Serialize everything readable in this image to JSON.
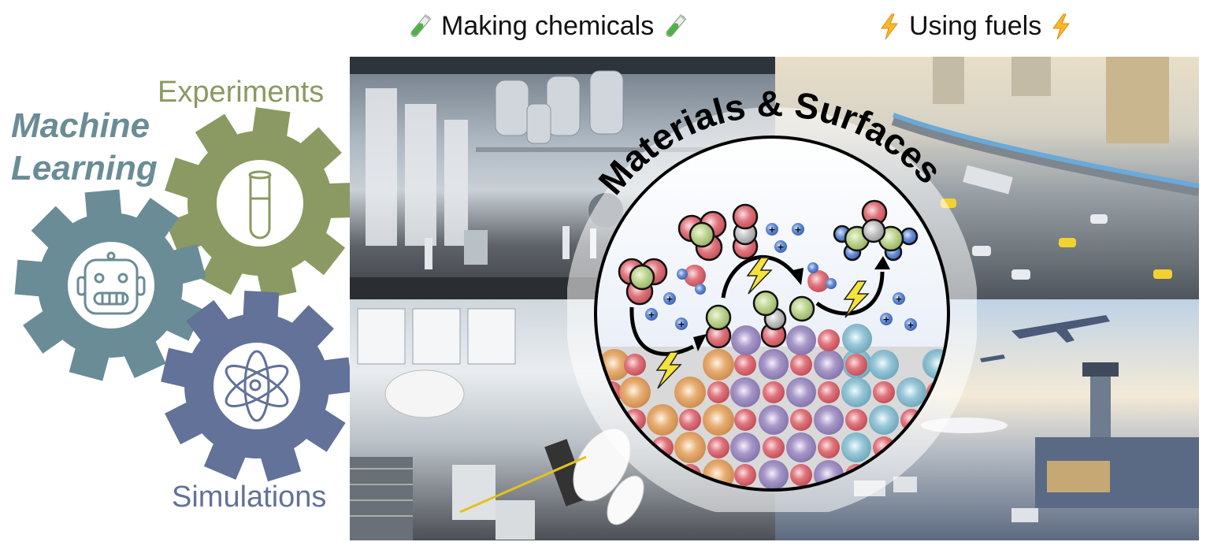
{
  "headers": {
    "making_chemicals": "Making chemicals",
    "using_fuels": "Using fuels",
    "making_chemicals_icon": "test-tube-emoji",
    "using_fuels_icon": "lightning-emoji"
  },
  "left": {
    "machine_learning_line1": "Machine",
    "machine_learning_line2": "Learning",
    "experiments": "Experiments",
    "simulations": "Simulations",
    "gears": [
      {
        "name": "experiments-gear",
        "icon": "test-tube-icon",
        "color": "#8a9a62"
      },
      {
        "name": "machine-learning-gear",
        "icon": "robot-icon",
        "color": "#6a8c96"
      },
      {
        "name": "simulations-gear",
        "icon": "atom-icon",
        "color": "#627298"
      }
    ]
  },
  "panels": [
    {
      "name": "chemical-plant-reactors",
      "description": "chemical plant interior with steel reactors"
    },
    {
      "name": "factory-production-line",
      "description": "factory with rolls and conveyor lines"
    },
    {
      "name": "city-transport",
      "description": "city intersection with trains, buses and cars"
    },
    {
      "name": "airport",
      "description": "airport with planes and control tower"
    }
  ],
  "center": {
    "title": "Materials & Surfaces",
    "colors": {
      "oxygen": "#d9666e",
      "carbon_like_green": "#b9d18c",
      "gray": "#bdbdbd",
      "ion": "#5a82d0",
      "orange": "#e0a46a",
      "purple": "#9c8cc0",
      "cyan": "#8ec2d2",
      "bolt": "#f5e23a"
    }
  }
}
